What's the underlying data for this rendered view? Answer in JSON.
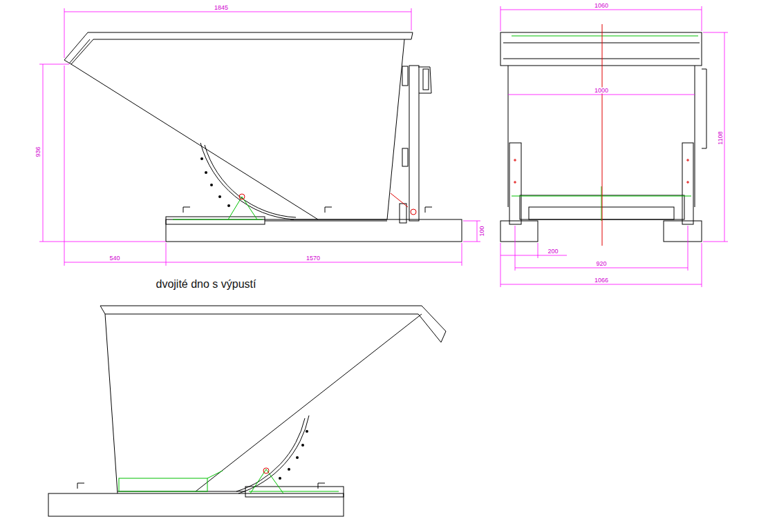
{
  "diagram": {
    "labels": [
      "1845",
      "936",
      "540",
      "1570",
      "100",
      "1060",
      "1000",
      "1108",
      "200",
      "920",
      "1066",
      "dvojité dno s výpustí"
    ]
  }
}
